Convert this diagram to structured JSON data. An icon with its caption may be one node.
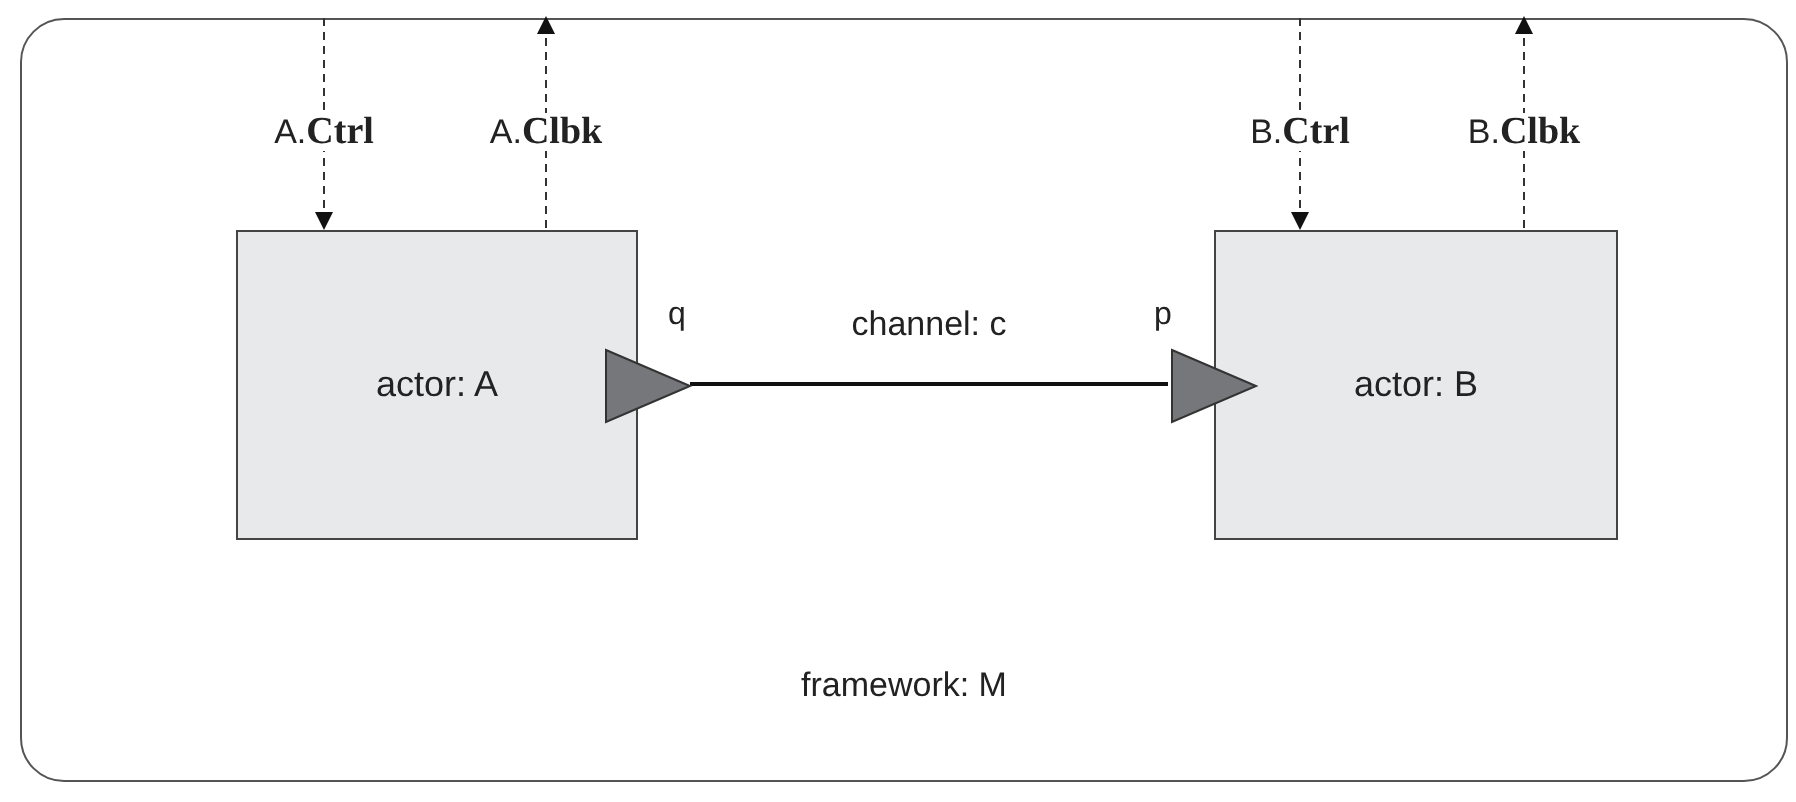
{
  "diagram": {
    "nodes": [
      {
        "text": [
          "framework: M"
        ]
      },
      {
        "text": [
          "actor: A"
        ],
        "in": 0
      },
      {
        "text": [
          "actor: B"
        ],
        "in": 0
      },
      {
        "text": [],
        "shape": "triangle",
        "beside": [
          "q"
        ],
        "in": 0
      },
      {
        "text": [],
        "shape": "triangle",
        "beside": [
          "p"
        ],
        "in": 0
      }
    ],
    "edges": [
      {
        "from": null,
        "to": 1,
        "arrow": "to",
        "label": "A.**Ctrl**",
        "style": "dashed"
      },
      {
        "from": 1,
        "to": null,
        "arrow": "to",
        "label": "A.**Clbk**",
        "style": "dashed"
      },
      {
        "from": null,
        "to": 2,
        "arrow": "to",
        "label": "B.**Ctrl**",
        "style": "dashed"
      },
      {
        "from": 2,
        "to": null,
        "arrow": "to",
        "label": "B.**Clbk**",
        "style": "dashed"
      },
      {
        "from": 3,
        "to": 4,
        "arrow": "none",
        "label": "channel: c"
      }
    ]
  }
}
